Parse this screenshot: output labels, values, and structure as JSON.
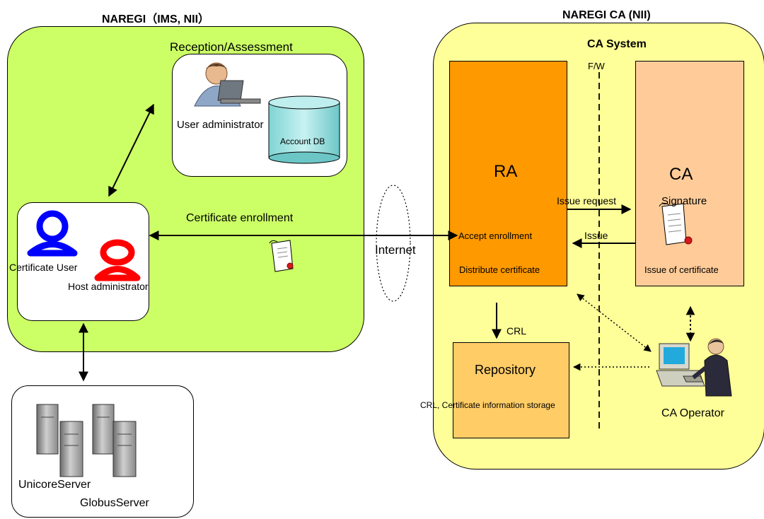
{
  "left_org": {
    "title": "NAREGI（IMS, NII）",
    "reception_title": "Reception/Assessment",
    "user_admin_label": "User administrator",
    "account_db_label": "Account DB",
    "cert_user_label": "Certificate User",
    "host_admin_label": "Host administrator",
    "enrollment_label": "Certificate enrollment"
  },
  "internet_label": "Internet",
  "servers": {
    "unicore_label": "UnicoreServer",
    "globus_label": "GlobusServer"
  },
  "right_org": {
    "title": "NAREGI CA (NII)",
    "system_title": "CA System",
    "fw_label": "F/W",
    "ra_title": "RA",
    "accept_label": "Accept enrollment",
    "distribute_label": "Distribute certificate",
    "ca_title": "CA",
    "signature_label": "Signature",
    "issue_of_cert_label": "Issue of certificate",
    "issue_request_label": "Issue request",
    "issue_label": "Issue",
    "crl_label": "CRL",
    "repository_title": "Repository",
    "repository_desc": "CRL, Certificate information storage",
    "operator_label": "CA Operator"
  },
  "colors": {
    "left_bg": "#ccff66",
    "right_bg": "#ffff99",
    "ra_fill": "#ff9900",
    "ca_fill": "#ffcc99",
    "repo_fill": "#ffcc66",
    "user_blue": "#0000ff",
    "host_red": "#ff0000"
  }
}
